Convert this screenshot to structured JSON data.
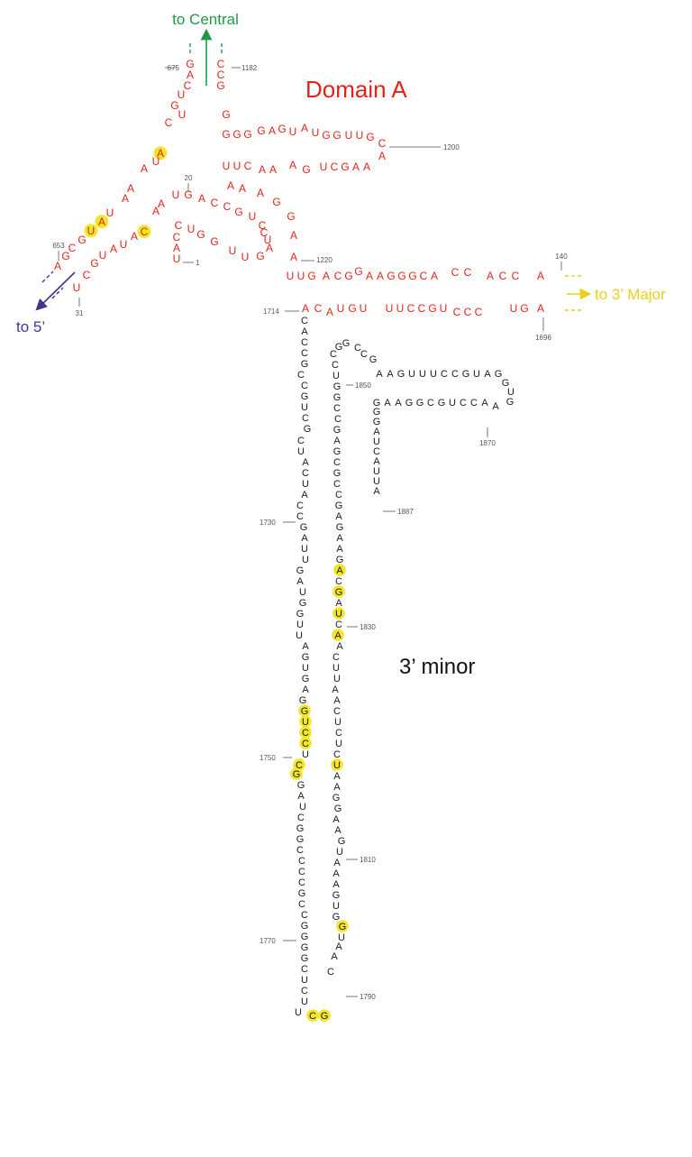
{
  "title": "Domain A",
  "region_label": "3’ minor",
  "arrows": {
    "central": {
      "label": "to Central",
      "color": "#1f9a4a"
    },
    "major": {
      "label": "to 3’ Major",
      "color": "#e8d21d"
    },
    "five": {
      "label": "to 5’",
      "color": "#3f3591"
    }
  },
  "colors": {
    "domain_a": "#e2231a",
    "minor": "#1a1a1a",
    "highlight": "#f3e62a",
    "number": "#555555"
  },
  "numbers": [
    "675",
    "1182",
    "1200",
    "20",
    "653",
    "31",
    "1",
    "1220",
    "140",
    "1714",
    "1696",
    "1850",
    "1870",
    "1887",
    "1730",
    "1830",
    "1750",
    "1810",
    "1770",
    "1790"
  ],
  "strands": {
    "s1_top_left": "GACUGUC",
    "s1_top_right": "CCG",
    "s1_g": "G",
    "s2": "GGGGAGUAUGGUUGC",
    "s3": "UUCAAAGUCGAAA",
    "s4": "AAAGGAA",
    "s5": "AAUGACCGUCCUA",
    "s6": "CUGGUUG",
    "s7": "CAU",
    "s8": "AUAAAUAUGCGA",
    "s9": "CAUAUGCU",
    "s10": "UUGACGGAAGGGCACCACCA",
    "s11": "ACAUGUUUCCGUCCCUGA",
    "left_stem": "CACCGCCGUCGCUACUACCGAUUGAUGGUUAGUGAGGUCCUCGGAUCGGCCCCGCCGGGGCUCU",
    "right_stem": "CAAUGGUGAAAUGAAGGAAUCUCUCAAUUCAACUAGCAGAAGAGCCGCGAGCCGGUCCGGCCG",
    "hairpin_top": "AAGUUUCCGUAGGUGAACCUGCGGAAGG",
    "tail": "GAUCAUUA",
    "loop": "UCG"
  }
}
